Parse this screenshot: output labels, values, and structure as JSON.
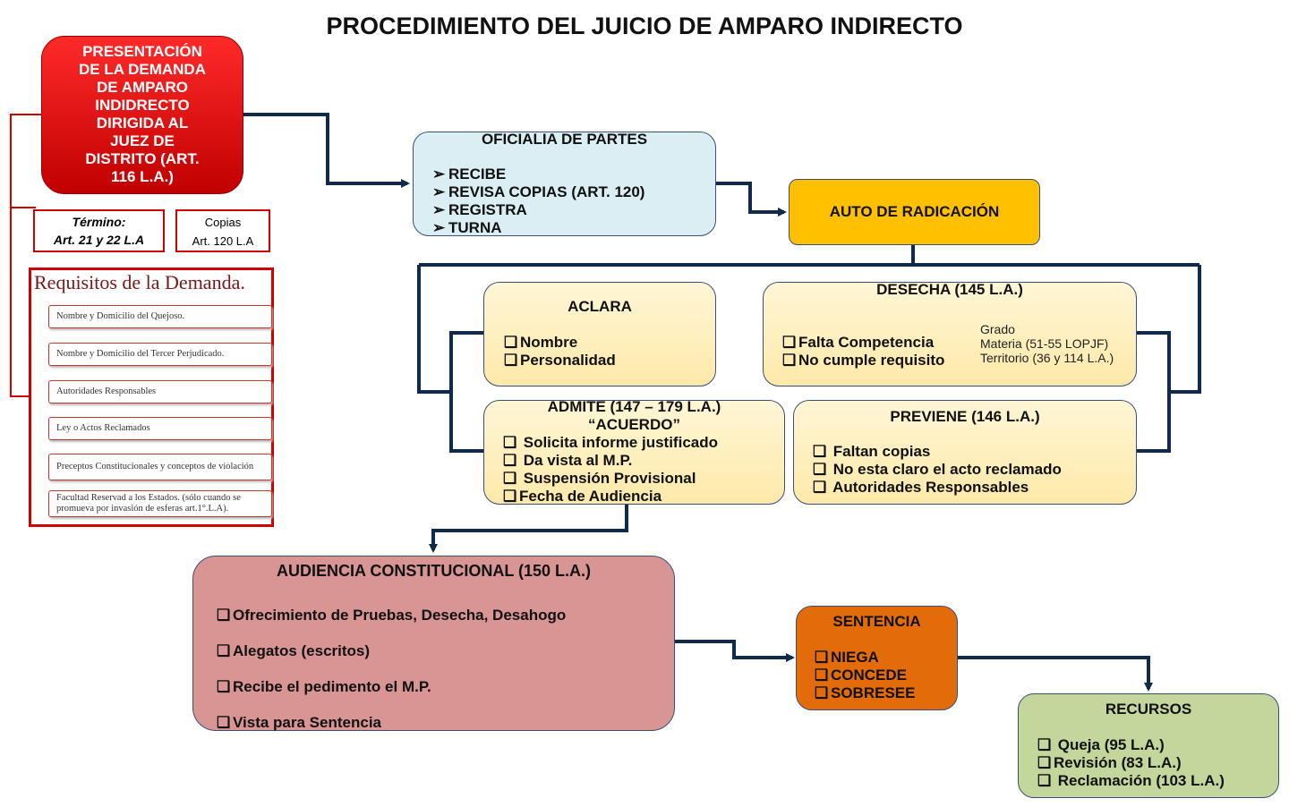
{
  "title": "PROCEDIMIENTO DEL JUICIO DE AMPARO INDIRECTO",
  "presentacion": {
    "lines": [
      "PRESENTACIÓN",
      "DE LA DEMANDA",
      "DE AMPARO",
      "INDIDRECTO",
      "DIRIGIDA AL",
      "JUEZ DE",
      "DISTRITO (ART.",
      "116 L.A.)"
    ]
  },
  "termino": {
    "label": "Término:",
    "value": "Art. 21 y 22 L.A"
  },
  "copias": {
    "label": "Copias",
    "value": "Art. 120 L.A"
  },
  "requisitos": {
    "title": "Requisitos de la Demanda.",
    "items": [
      "Nombre y Domicilio del Quejoso.",
      "Nombre y Domicilio del Tercer Perjudicado.",
      "Autoridades Responsables",
      "Ley o Actos Reclamados",
      "Preceptos Constitucionales y conceptos de violación",
      "Facultad Reservad a los Estados. (sólo cuando se promueva por invasión de esferas art.1°.L.A)."
    ]
  },
  "oficialia": {
    "header": "OFICIALIA DE PARTES",
    "items": [
      "RECIBE",
      "REVISA COPIAS (ART. 120)",
      "REGISTRA",
      "TURNA"
    ]
  },
  "auto": {
    "header": "AUTO DE RADICACIÓN"
  },
  "aclara": {
    "header": "ACLARA",
    "items": [
      "Nombre",
      "Personalidad"
    ]
  },
  "desecha": {
    "header": "DESECHA (145 L.A.)",
    "items": [
      "Falta Competencia",
      "No cumple requisito"
    ],
    "sub": [
      "Grado",
      "Materia (51-55  LOPJF)",
      "Territorio (36 y 114 L.A.)"
    ]
  },
  "admite": {
    "header": "ADMITE (147 – 179 L.A.)",
    "subheader": "“ACUERDO”",
    "items": [
      "Solicita informe  justificado",
      "Da vista al M.P.",
      "Suspensión  Provisional",
      "Fecha de Audiencia"
    ]
  },
  "previene": {
    "header": "PREVIENE (146 L.A.)",
    "items": [
      "Faltan copias",
      "No esta claro el acto reclamado",
      "Autoridades Responsables"
    ]
  },
  "audiencia": {
    "header": "AUDIENCIA CONSTITUCIONAL (150 L.A.)",
    "items": [
      "Ofrecimiento de Pruebas, Desecha, Desahogo",
      "Alegatos (escritos)",
      "Recibe el pedimento el M.P.",
      "Vista para Sentencia"
    ]
  },
  "sentencia": {
    "header": "SENTENCIA",
    "items": [
      "NIEGA",
      "CONCEDE",
      "SOBRESEE"
    ]
  },
  "recursos": {
    "header": "RECURSOS",
    "items": [
      "Queja (95 L.A.)",
      "Revisión (83 L.A.)",
      "Reclamación (103 L.A.)"
    ]
  },
  "colors": {
    "line": "#0f2a4a",
    "red": "#d00000",
    "oficialia": "#dbeef4",
    "auto": "#ffc000",
    "yellow": "#fde9a9",
    "audiencia": "#d99594",
    "sentencia": "#e36c0a",
    "recursos": "#c3d69b"
  }
}
